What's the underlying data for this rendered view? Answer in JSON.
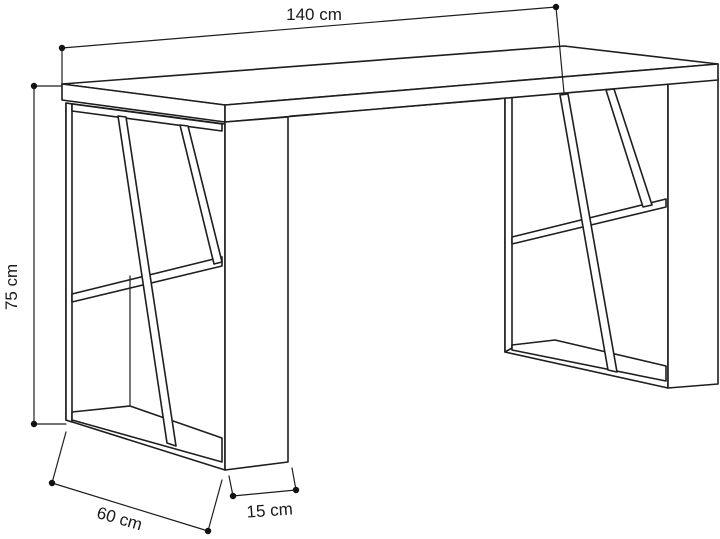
{
  "dimensions": {
    "width_label": "140 cm",
    "height_label": "75 cm",
    "depth_label": "60 cm",
    "leg_label": "15 cm"
  },
  "colors": {
    "line": "#1e1e1e",
    "background": "#ffffff"
  }
}
